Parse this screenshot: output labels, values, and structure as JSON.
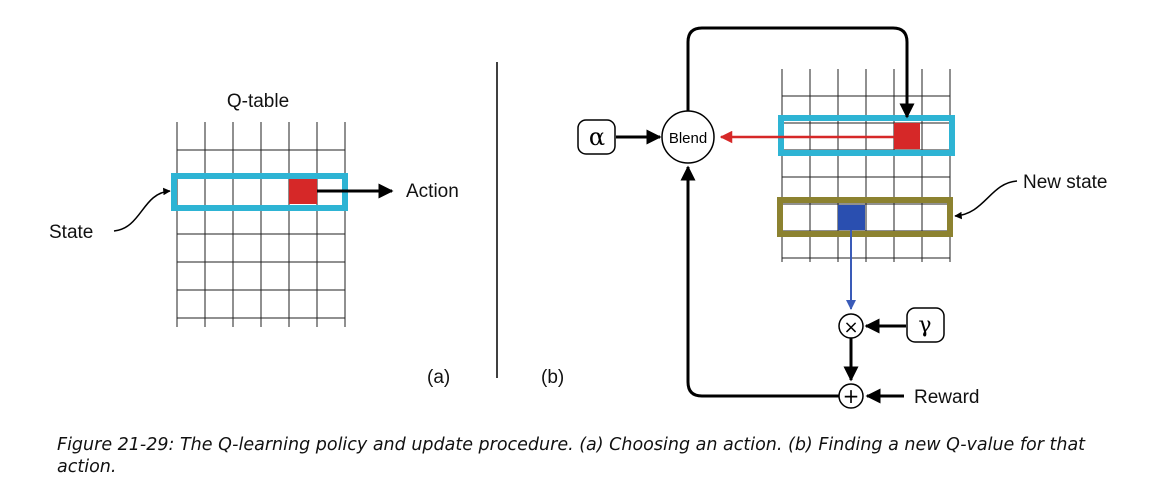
{
  "panel_a": {
    "title": "Q-table",
    "state_label": "State",
    "action_label": "Action",
    "tag": "(a)"
  },
  "panel_b": {
    "alpha_symbol": "α",
    "blend_label": "Blend",
    "new_state_label": "New state",
    "gamma_symbol": "γ",
    "multiply_symbol": "×",
    "add_symbol": "+",
    "reward_label": "Reward",
    "tag": "(b)"
  },
  "colors": {
    "state_row": "#2eb4d4",
    "new_state_row": "#8c8230",
    "selected_q": "#d62828",
    "next_max_q": "#2a4fb0",
    "red_arrow": "#d62828",
    "blue_arrow": "#3a5bb8"
  },
  "caption": "Figure 21-29: The Q-learning policy and update procedure. (a) Choosing an action. (b) Finding a new Q-value for that action."
}
